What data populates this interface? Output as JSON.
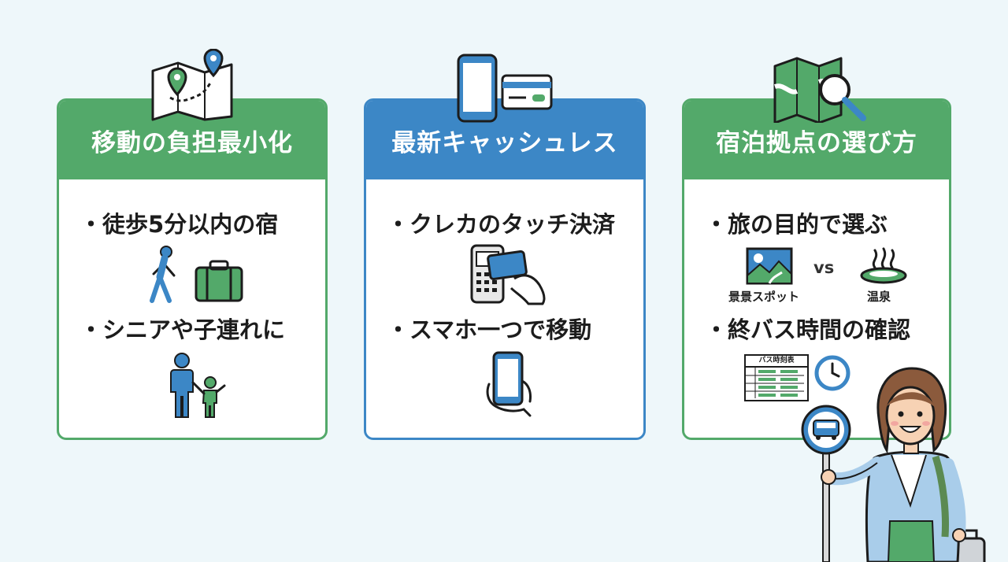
{
  "colors": {
    "green": "#53a96a",
    "blue": "#3c87c6",
    "dark": "#1c1c1c"
  },
  "cards": [
    {
      "title": "移動の負担最小化",
      "icon": "map-route-icon",
      "bullets": [
        "徒歩5分以内の宿",
        "シニアや子連れに"
      ]
    },
    {
      "title": "最新キャッシュレス",
      "icon": "smartphone-card-icon",
      "bullets": [
        "クレカのタッチ決済",
        "スマホ一つで移動"
      ]
    },
    {
      "title": "宿泊拠点の選び方",
      "icon": "map-search-icon",
      "bullets": [
        "旅の目的で選ぶ",
        "終バス時間の確認"
      ],
      "compare": {
        "left": "景景スポット",
        "vs": "vs",
        "right": "温泉"
      },
      "timetable_title": "バス時刻表"
    }
  ]
}
